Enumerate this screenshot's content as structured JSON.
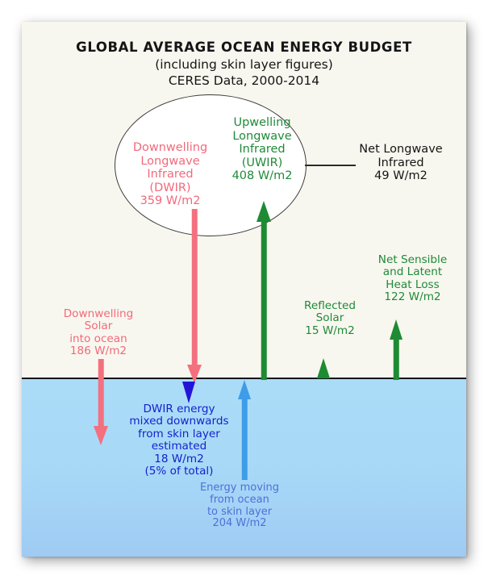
{
  "title": {
    "main": "GLOBAL AVERAGE OCEAN ENERGY BUDGET",
    "sub": "(including skin layer figures)",
    "sub2": "CERES Data, 2000-2014"
  },
  "colors": {
    "pink": "#f2697b",
    "green": "#1f8a38",
    "navy": "#1421cf",
    "slate": "#4f6fd8",
    "dark": "#151515",
    "ocean": "#aadcf8",
    "card": "#f8f7ef"
  },
  "labels": {
    "dwir": {
      "l1": "Downwelling",
      "l2": "Longwave",
      "l3": "Infrared",
      "l4": "(DWIR)",
      "l5": "359 W/m2"
    },
    "uwir": {
      "l1": "Upwelling",
      "l2": "Longwave",
      "l3": "Infrared",
      "l4": "(UWIR)",
      "l5": "408 W/m2"
    },
    "net_longwave": {
      "l1": "Net Longwave",
      "l2": "Infrared",
      "l3": "49 W/m2"
    },
    "downwelling_solar": {
      "l1": "Downwelling",
      "l2": "Solar",
      "l3": "into ocean",
      "l4": "186 W/m2"
    },
    "reflected_solar": {
      "l1": "Reflected",
      "l2": "Solar",
      "l3": "15 W/m2"
    },
    "net_sensible_latent": {
      "l1": "Net Sensible",
      "l2": "and Latent",
      "l3": "Heat Loss",
      "l4": "122 W/m2"
    },
    "dwir_mixed": {
      "l1": "DWIR energy",
      "l2": "mixed downwards",
      "l3": "from skin layer",
      "l4": "estimated",
      "l5": "18 W/m2",
      "l6": "(5% of total)"
    },
    "energy_moving": {
      "l1": "Energy moving",
      "l2": "from ocean",
      "l3": "to skin layer",
      "l4": "204 W/m2"
    }
  },
  "chart_data": {
    "type": "diagram",
    "title": "GLOBAL AVERAGE OCEAN ENERGY BUDGET (including skin layer figures) CERES Data, 2000-2014",
    "units": "W/m2",
    "flows": [
      {
        "name": "Downwelling Longwave Infrared (DWIR)",
        "value": 359,
        "direction": "down",
        "color": "#f2697b"
      },
      {
        "name": "Upwelling Longwave Infrared (UWIR)",
        "value": 408,
        "direction": "up",
        "color": "#1f8a38"
      },
      {
        "name": "Net Longwave Infrared",
        "value": 49,
        "direction": "net",
        "color": "#151515"
      },
      {
        "name": "Downwelling Solar into ocean",
        "value": 186,
        "direction": "down",
        "color": "#f2697b"
      },
      {
        "name": "Reflected Solar",
        "value": 15,
        "direction": "up",
        "color": "#1f8a38"
      },
      {
        "name": "Net Sensible and Latent Heat Loss",
        "value": 122,
        "direction": "up",
        "color": "#1f8a38"
      },
      {
        "name": "DWIR energy mixed downwards from skin layer estimated",
        "value": 18,
        "percent_of_total": 5,
        "direction": "down",
        "color": "#1421cf"
      },
      {
        "name": "Energy moving from ocean to skin layer",
        "value": 204,
        "direction": "up",
        "color": "#4f6fd8"
      }
    ]
  }
}
